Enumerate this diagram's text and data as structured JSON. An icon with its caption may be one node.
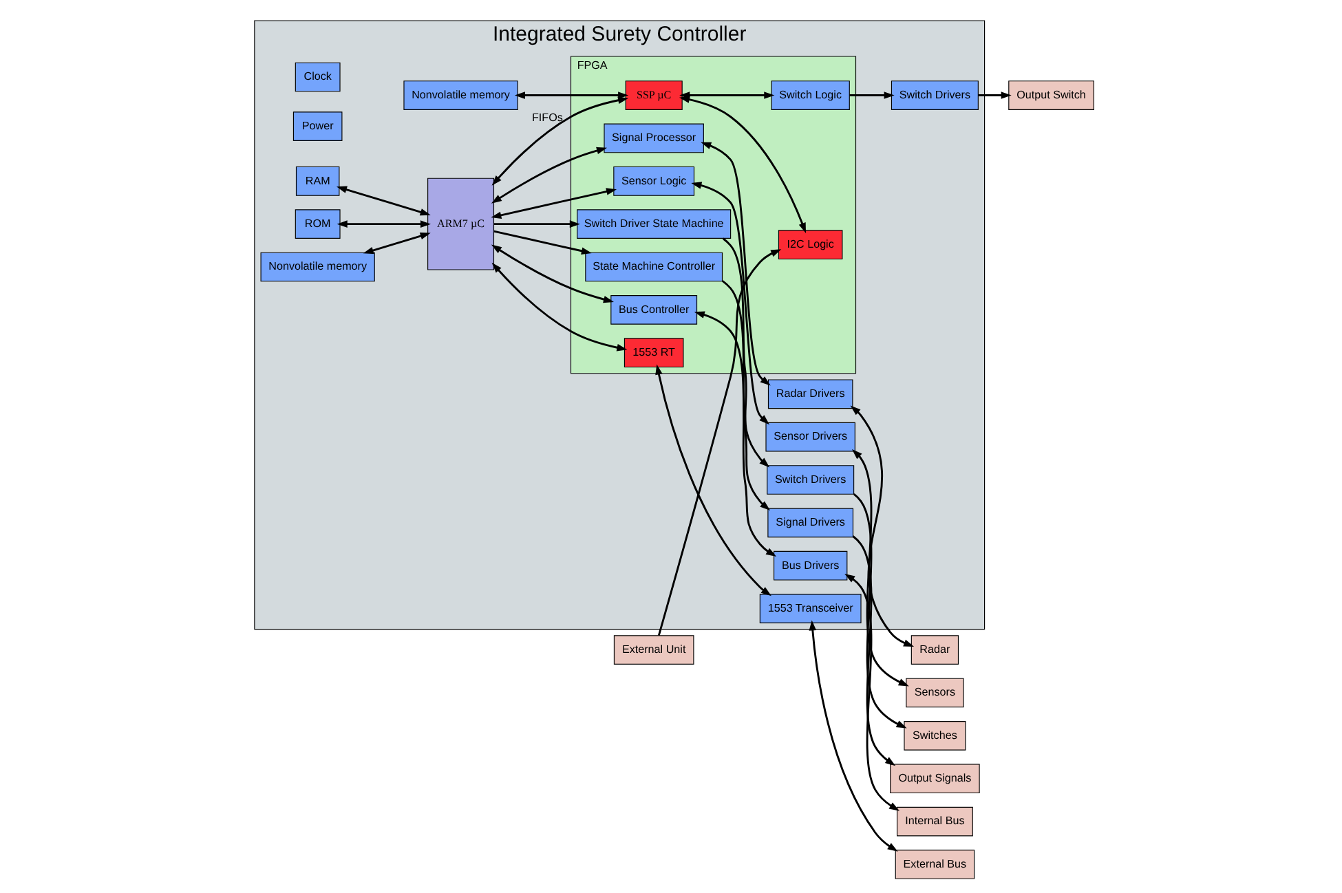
{
  "diagram": {
    "nodes": [
      {
        "text": [
          "Integrated Surety Controller"
        ]
      },
      {
        "text": [
          "Clock"
        ],
        "in": 0
      },
      {
        "text": [
          "Power"
        ],
        "in": 0
      },
      {
        "text": [
          "RAM"
        ],
        "in": 0
      },
      {
        "text": [
          "ROM"
        ],
        "in": 0
      },
      {
        "text": [
          "Nonvolatile memory"
        ],
        "in": 0
      },
      {
        "text": [
          "ARM7 µC"
        ],
        "in": 0
      },
      {
        "text": [
          "FPGA"
        ],
        "in": 0
      },
      {
        "text": [
          "1553 RT"
        ],
        "in": 7
      },
      {
        "text": [
          "Bus Controller"
        ],
        "in": 7
      },
      {
        "text": [
          "State Machine Controller"
        ],
        "in": 7
      },
      {
        "text": [
          "Switch Driver State Machine"
        ],
        "in": 7
      },
      {
        "text": [
          "Sensor Logic"
        ],
        "in": 7
      },
      {
        "text": [
          "SSP µC"
        ],
        "in": 7
      },
      {
        "text": [
          "Signal Processor"
        ],
        "in": 7
      },
      {
        "text": [
          "I2C Logic"
        ],
        "in": 7
      },
      {
        "text": [
          "Switch Logic"
        ],
        "in": 7
      },
      {
        "text": [
          "Nonvolatile memory"
        ],
        "in": 0
      },
      {
        "text": [
          "1553 Transceiver"
        ],
        "in": 0
      },
      {
        "text": [
          "Bus Drivers"
        ],
        "in": 0
      },
      {
        "text": [
          "Signal Drivers"
        ],
        "in": 0
      },
      {
        "text": [
          "Switch Drivers"
        ],
        "in": 0
      },
      {
        "text": [
          "Sensor Drivers"
        ],
        "in": 0
      },
      {
        "text": [
          "Radar Drivers"
        ],
        "in": 0
      },
      {
        "text": [
          "Switch Drivers"
        ],
        "in": 0
      },
      {
        "text": [
          "External Bus"
        ]
      },
      {
        "text": [
          "Internal Bus"
        ]
      },
      {
        "text": [
          "Output Signals"
        ]
      },
      {
        "text": [
          "Switches"
        ]
      },
      {
        "text": [
          "Sensors"
        ]
      },
      {
        "text": [
          "Radar"
        ]
      },
      {
        "text": [
          "Output Switch"
        ]
      },
      {
        "text": [
          "External Unit"
        ]
      }
    ],
    "edges": [
      {
        "from": 3,
        "to": 6,
        "arrow": "both"
      },
      {
        "from": 4,
        "to": 6,
        "arrow": "both"
      },
      {
        "from": 5,
        "to": 6,
        "arrow": "both"
      },
      {
        "from": 6,
        "to": 8,
        "arrow": "both"
      },
      {
        "from": 6,
        "to": 9,
        "arrow": "both"
      },
      {
        "from": 6,
        "to": 10,
        "arrow": "to"
      },
      {
        "from": 6,
        "to": 11,
        "arrow": "to"
      },
      {
        "from": 6,
        "to": 12,
        "arrow": "both"
      },
      {
        "from": 6,
        "to": 14,
        "arrow": "both"
      },
      {
        "from": 6,
        "to": 13,
        "arrow": "both",
        "label": "FIFOs"
      },
      {
        "from": 17,
        "to": 13,
        "arrow": "both"
      },
      {
        "from": 13,
        "to": 15,
        "arrow": "both"
      },
      {
        "from": 13,
        "to": 16,
        "arrow": "both"
      },
      {
        "from": 32,
        "to": 15,
        "arrow": "to"
      },
      {
        "from": 8,
        "to": 18,
        "arrow": "both"
      },
      {
        "from": 9,
        "to": 19,
        "arrow": "both"
      },
      {
        "from": 10,
        "to": 20,
        "arrow": "to"
      },
      {
        "from": 11,
        "to": 21,
        "arrow": "to"
      },
      {
        "from": 12,
        "to": 22,
        "arrow": "both"
      },
      {
        "from": 14,
        "to": 23,
        "arrow": "both"
      },
      {
        "from": 16,
        "to": 24,
        "arrow": "to"
      },
      {
        "from": 18,
        "to": 25,
        "arrow": "both"
      },
      {
        "from": 19,
        "to": 26,
        "arrow": "both"
      },
      {
        "from": 20,
        "to": 27,
        "arrow": "to"
      },
      {
        "from": 21,
        "to": 28,
        "arrow": "to"
      },
      {
        "from": 22,
        "to": 29,
        "arrow": "both"
      },
      {
        "from": 23,
        "to": 30,
        "arrow": "both"
      },
      {
        "from": 24,
        "to": 31,
        "arrow": "to"
      }
    ]
  }
}
